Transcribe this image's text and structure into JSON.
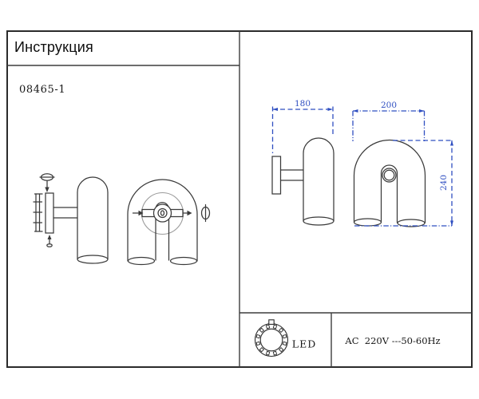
{
  "header": {
    "title": "Инструкция",
    "model_number": "08465-1"
  },
  "dimensions": {
    "side_view_width": "180",
    "front_view_width": "200",
    "front_view_height": "240"
  },
  "spec_box": {
    "led_label": "LED",
    "power_rating": "AC  220V ---50-60Hz"
  },
  "icons": {
    "led_module_icon": "circular-led-board",
    "mount_screw_icon": "flat-head-screw",
    "side_screw_icon": "flat-head-screw",
    "direction_arrows": "assembly-direction-arrows"
  },
  "colors": {
    "dimension_blue": "#2f4fc1",
    "drawing_line": "#3a3a3a",
    "faint_line": "#9b9b9b",
    "border_dark": "#2b2b2b",
    "text_dark": "#161616"
  }
}
